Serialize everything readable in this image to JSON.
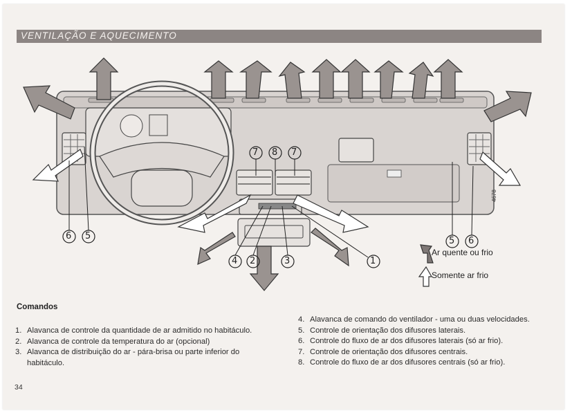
{
  "section_title": "VENTILAÇÃO E AQUECIMENTO",
  "figure": {
    "callouts_center_top": [
      "7",
      "8",
      "7"
    ],
    "callouts_left": [
      "6",
      "5"
    ],
    "callouts_right": [
      "5",
      "6"
    ],
    "callouts_bottom": [
      "4",
      "2",
      "3",
      "1"
    ],
    "figure_number": "4678",
    "legend": {
      "warm_label": "Ar quente ou frio",
      "cold_label": "Somente ar frio"
    }
  },
  "commands_heading": "Comandos",
  "commands_left": [
    {
      "num": "1.",
      "text": "Alavanca de controle da quantidade de ar admitido no habitáculo."
    },
    {
      "num": "2.",
      "text": "Alavanca de controle da temperatura do ar (opcional)"
    },
    {
      "num": "3.",
      "text": "Alavanca de distribuição do ar - pára-brisa ou parte inferior do habitáculo."
    }
  ],
  "commands_right": [
    {
      "num": "4.",
      "text": "Alavanca de comando do ventilador - uma ou duas velocidades."
    },
    {
      "num": "5.",
      "text": "Controle de orientação dos difusores laterais."
    },
    {
      "num": "6.",
      "text": "Controle do fluxo de ar dos difusores laterais (só ar frio)."
    },
    {
      "num": "7.",
      "text": "Controle de orientação dos difusores centrais."
    },
    {
      "num": "8.",
      "text": "Controle do fluxo de ar dos difusores centrais (só ar frio)."
    }
  ],
  "page_number": "34",
  "colors": {
    "banner": "#8c8583",
    "warm_arrow": "#9a9390",
    "cold_arrow": "#ffffff",
    "paper": "#f4f1ee"
  }
}
